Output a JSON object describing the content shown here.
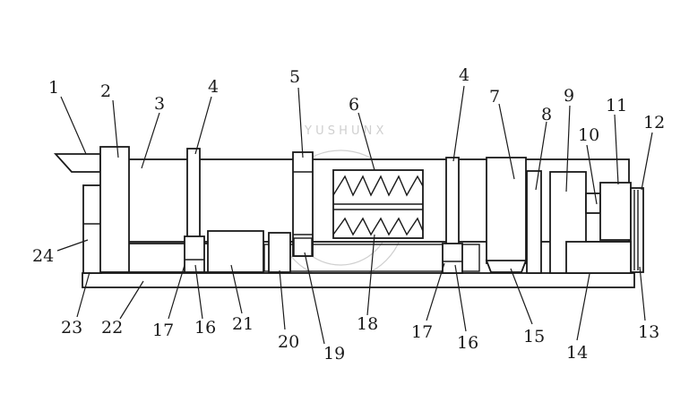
{
  "labels": [
    "1",
    "2",
    "3",
    "4",
    "5",
    "6",
    "7",
    "8",
    "9",
    "10",
    "11",
    "12",
    "4",
    "13",
    "14",
    "15",
    "16",
    "17",
    "18",
    "19",
    "20",
    "21",
    "16",
    "17",
    "22",
    "23",
    "24"
  ],
  "watermark_text": "Y U S H U N X"
}
